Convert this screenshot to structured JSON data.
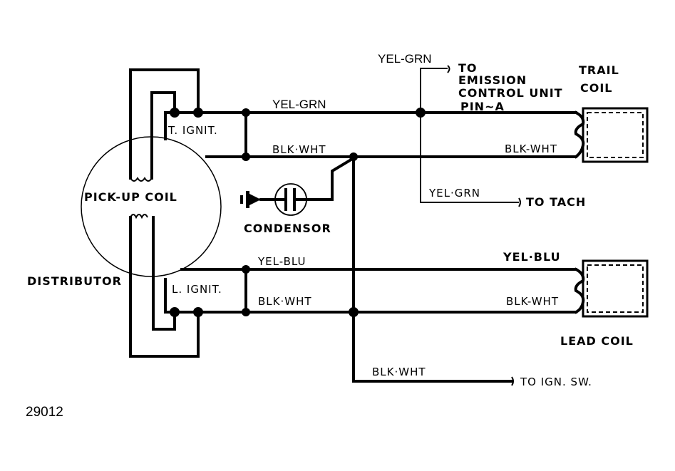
{
  "diagram": {
    "figure_number": "29012",
    "components": {
      "distributor": "DISTRIBUTOR",
      "pickup_coil": "PICK-UP COIL",
      "trail_ignit": "T. IGNIT.",
      "lead_ignit": "L. IGNIT.",
      "condensor": "CONDENSOR",
      "trail_coil_line1": "TRAIL",
      "trail_coil_line2": "COIL",
      "lead_coil": "LEAD COIL"
    },
    "wires": {
      "top_yel_grn": "YEL-GRN",
      "top_blk_wht": "BLK·WHT",
      "trail_blk_wht": "BLK-WHT",
      "emission_yel_grn": "YEL-GRN",
      "tach_yel_grn": "YEL·GRN",
      "yel_blu_left": "YEL-BLU",
      "yel_blu_right": "YEL·BLU",
      "lower_blk_wht_left": "BLK·WHT",
      "lower_blk_wht_right": "BLK-WHT",
      "ign_sw_blk_wht": "BLK·WHT"
    },
    "destinations": {
      "emission_line1": "TO",
      "emission_line2": "EMISSION",
      "emission_line3": "CONTROL UNIT",
      "emission_line4": "PIN~A",
      "tach": "TO TACH",
      "ign_sw": "TO IGN. SW."
    }
  }
}
